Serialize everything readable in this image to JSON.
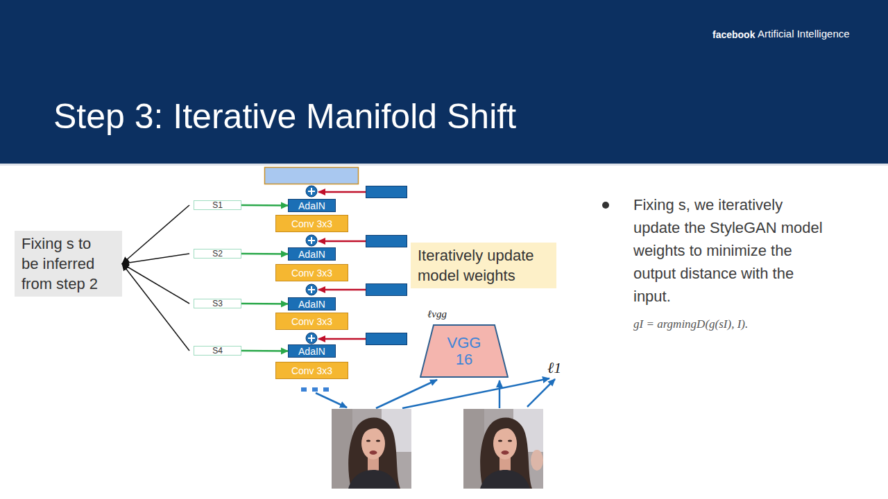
{
  "diagram": {
    "title": "Step 3: Iterative Manifold Shift",
    "nodes": [
      {
        "text": [
          "Fixing s to be inferred from step 2"
        ]
      },
      {
        "text": [
          "S1"
        ]
      },
      {
        "text": [
          "AdaIN"
        ]
      },
      {
        "text": [
          "Conv 3x3"
        ]
      },
      {
        "text": [
          "S2"
        ]
      },
      {
        "text": [
          "AdaIN"
        ]
      },
      {
        "text": [
          "Conv 3x3"
        ]
      },
      {
        "text": [
          "S3"
        ]
      },
      {
        "text": [
          "AdaIN"
        ]
      },
      {
        "text": [
          "Conv 3x3"
        ]
      },
      {
        "text": [
          "S4"
        ]
      },
      {
        "text": [
          "AdaIN"
        ]
      },
      {
        "text": [
          "Conv 3x3"
        ]
      },
      {
        "text": [
          "Iteratively update model weights"
        ]
      },
      {
        "text": [
          "VGG 16"
        ]
      }
    ],
    "edges": [
      {
        "from": 1,
        "to": 0,
        "arrow": "to"
      },
      {
        "from": 1,
        "to": 2,
        "arrow": "to"
      },
      {
        "from": 4,
        "to": 0,
        "arrow": "to"
      },
      {
        "from": 4,
        "to": 5,
        "arrow": "to"
      },
      {
        "from": 7,
        "to": 0,
        "arrow": "to"
      },
      {
        "from": 7,
        "to": 8,
        "arrow": "to"
      },
      {
        "from": 10,
        "to": 0,
        "arrow": "to"
      },
      {
        "from": 10,
        "to": 11,
        "arrow": "to"
      }
    ],
    "labels": [
      "facebook",
      "Artificial Intelligence",
      "ℓvgg",
      "ℓ1",
      "Fixing s, we iteratively update the StyleGAN model weights to minimize the output distance with the input.",
      "gI = argmingD(g(sI), I)."
    ]
  }
}
